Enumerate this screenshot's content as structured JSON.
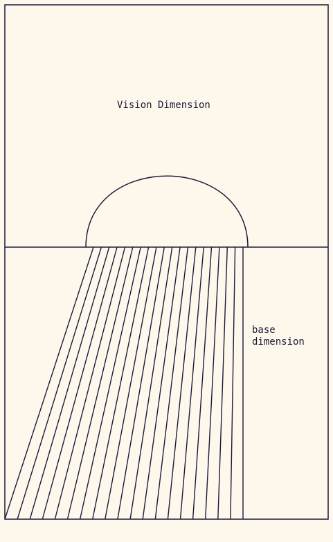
{
  "diagram": {
    "labels": {
      "vision": "Vision Dimension",
      "base_line1": "base",
      "base_line2": "dimension"
    },
    "colors": {
      "background": "#fdf7ec",
      "stroke": "#1b1b3a"
    },
    "ray_count": 20
  }
}
